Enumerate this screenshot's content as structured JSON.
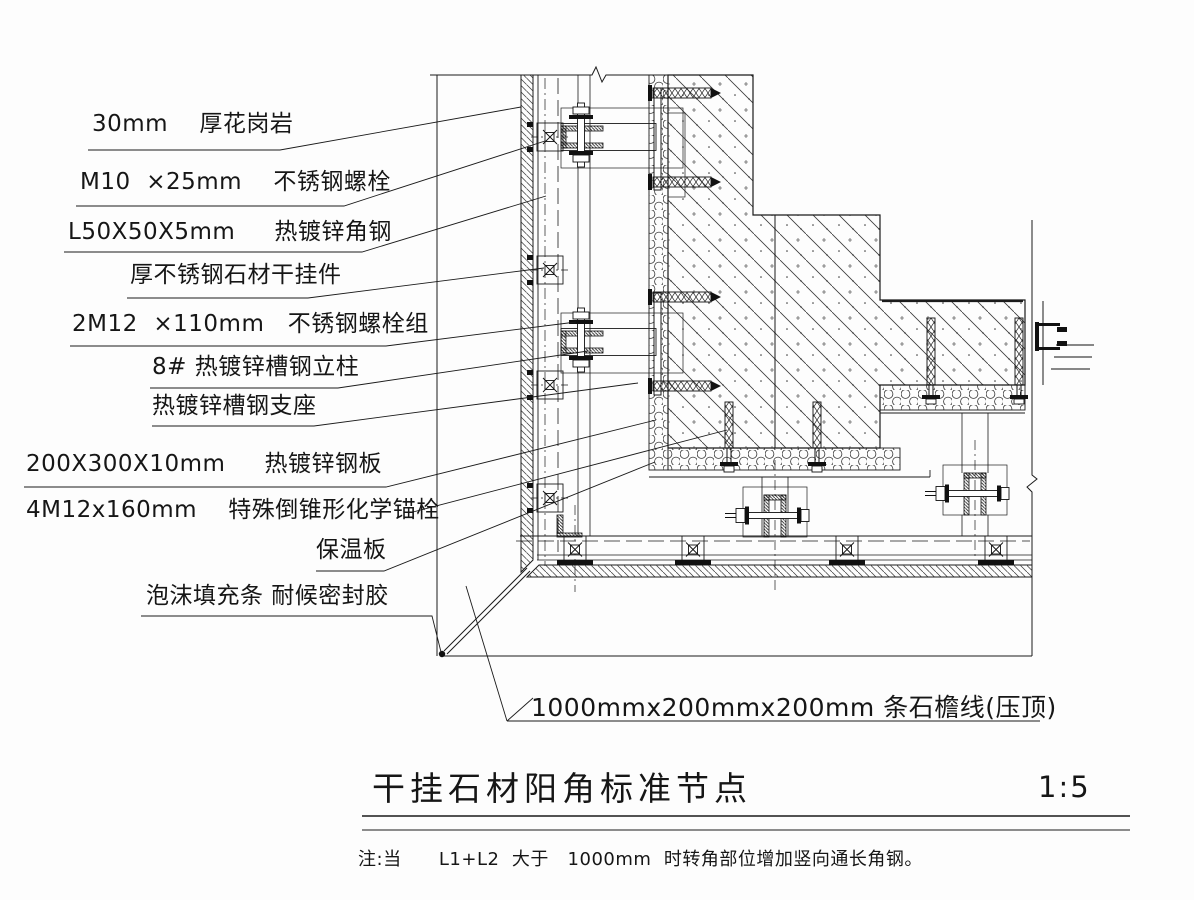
{
  "drawing": {
    "title": "干挂石材阳角标准节点",
    "scale": "1:5",
    "note": "注:当      L1+L2  大于   1000mm  时转角部位增加竖向通长角钢。",
    "caption": "1000mmx200mmx200mm 条石檐线(压顶)",
    "callouts": [
      {
        "id": "granite",
        "text": "30mm    厚花岗岩"
      },
      {
        "id": "bolt-m10",
        "text": "M10  ×25mm    不锈钢螺栓"
      },
      {
        "id": "angle",
        "text": "L50X50X5mm     热镀锌角钢"
      },
      {
        "id": "hanger",
        "text": "厚不锈钢石材干挂件"
      },
      {
        "id": "bolt-2m12",
        "text": "2M12  ×110mm   不锈钢螺栓组"
      },
      {
        "id": "channel",
        "text": "8# 热镀锌槽钢立柱"
      },
      {
        "id": "support",
        "text": "热镀锌槽钢支座"
      },
      {
        "id": "plate",
        "text": "200X300X10mm     热镀锌钢板"
      },
      {
        "id": "anchor",
        "text": "4M12x160mm    特殊倒锥形化学锚栓"
      },
      {
        "id": "insulation",
        "text": "保温板"
      },
      {
        "id": "sealant",
        "text": "泡沫填充条 耐候密封胶"
      }
    ]
  },
  "colors": {
    "line": "#1b1b1b",
    "background": "#fdfdfd"
  }
}
